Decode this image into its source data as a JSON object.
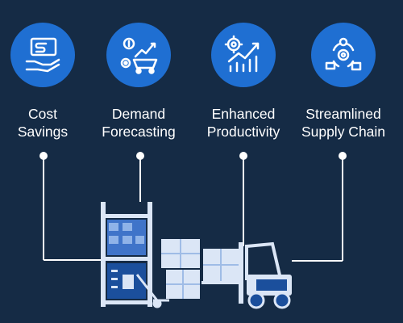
{
  "benefits": [
    {
      "line1": "Cost",
      "line2": "Savings",
      "icon": "money-hand-icon"
    },
    {
      "line1": "Demand",
      "line2": "Forecasting",
      "icon": "cart-growth-icon"
    },
    {
      "line1": "Enhanced",
      "line2": "Productivity",
      "icon": "growth-chart-gear-icon"
    },
    {
      "line1": "Streamlined",
      "line2": "Supply Chain",
      "icon": "supply-chain-cycle-icon"
    }
  ],
  "colors": {
    "background": "#152b45",
    "circle": "#1f6fd2",
    "connector": "#ffffff",
    "warehouse_light": "#dbe6f6",
    "warehouse_dark": "#1b4f9c"
  }
}
